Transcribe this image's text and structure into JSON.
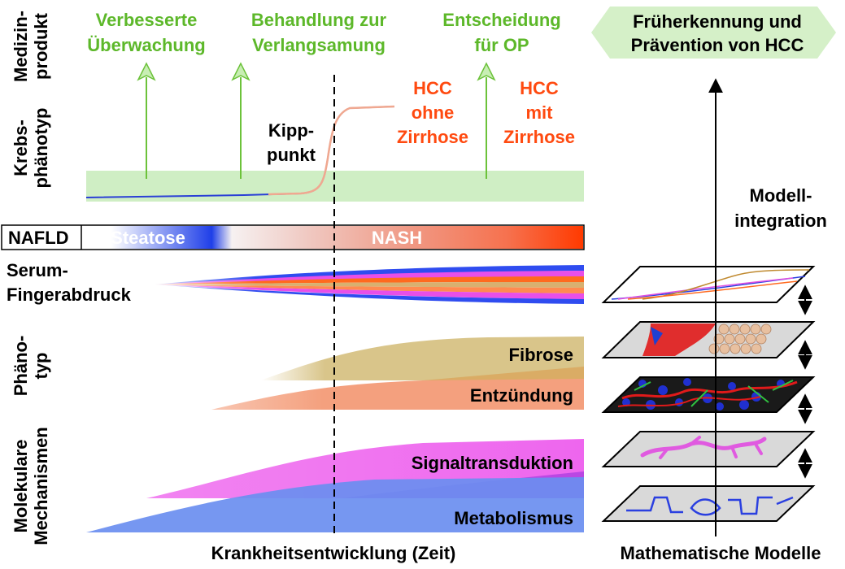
{
  "rows": {
    "medizinprodukt": [
      "Medizin-",
      "produkt"
    ],
    "krebsphaenotyp": [
      "Krebs-",
      "phänotyp"
    ],
    "nafld": "NAFLD",
    "serum": [
      "Serum-",
      "Fingerabdruck"
    ],
    "phaenotyp": [
      "Phäno-",
      "typ"
    ],
    "molekular": [
      "Molekulare",
      "Mechanismen"
    ]
  },
  "applications": [
    {
      "lines": [
        "Verbesserte",
        "Überwachung"
      ]
    },
    {
      "lines": [
        "Behandlung zur",
        "Verlangsamung"
      ]
    },
    {
      "lines": [
        "Entscheidung",
        "für OP"
      ]
    }
  ],
  "tipping_point": [
    "Kipp-",
    "punkt"
  ],
  "hcc_no_cirrhosis": [
    "HCC",
    "ohne",
    "Zirrhose"
  ],
  "hcc_cirrhosis": [
    "HCC",
    "mit",
    "Zirrhose"
  ],
  "disease_bar": {
    "steatosis": "Steatose",
    "nash": "NASH"
  },
  "bands": {
    "fibrosis": "Fibrose",
    "inflammation": "Entzündung",
    "signaling": "Signaltransduktion",
    "metabolism": "Metabolismus"
  },
  "goal": [
    "Früherkennung und",
    "Prävention von HCC"
  ],
  "model_integration": [
    "Modell-",
    "integration"
  ],
  "xaxis": "Krankheitsentwicklung (Zeit)",
  "models_label": "Mathematische Modelle",
  "colors": {
    "green_text": "#5db82a",
    "orange_text": "#ff4a10",
    "band_green": "#cfeec4",
    "fibrosis": "#d9c58a",
    "inflammation": "#f4a07e",
    "signaling": "#ee66ee",
    "metabolism": "#6a8ef0"
  }
}
